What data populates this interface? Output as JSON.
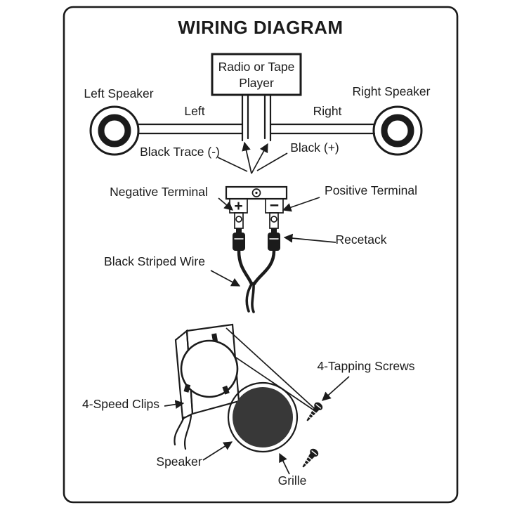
{
  "title": "WIRING DIAGRAM",
  "colors": {
    "ink": "#1b1b1b",
    "background": "#ffffff",
    "grille_fill": "#383838"
  },
  "radio_box": {
    "line1": "Radio or Tape",
    "line2": "Player"
  },
  "top_section": {
    "left_speaker_label": "Left Speaker",
    "right_speaker_label": "Right Speaker",
    "left_wire_label": "Left",
    "right_wire_label": "Right",
    "black_trace_label": "Black Trace (-)",
    "black_plus_label": "Black (+)"
  },
  "middle_section": {
    "negative_terminal_label": "Negative Terminal",
    "positive_terminal_label": "Positive Terminal",
    "recetack_label": "Recetack",
    "black_striped_wire_label": "Black Striped Wire",
    "plus_symbol": "+",
    "minus_symbol": "−"
  },
  "bottom_section": {
    "speed_clips_label": "4-Speed Clips",
    "tapping_screws_label": "4-Tapping Screws",
    "speaker_label": "Speaker",
    "grille_label": "Grille"
  }
}
